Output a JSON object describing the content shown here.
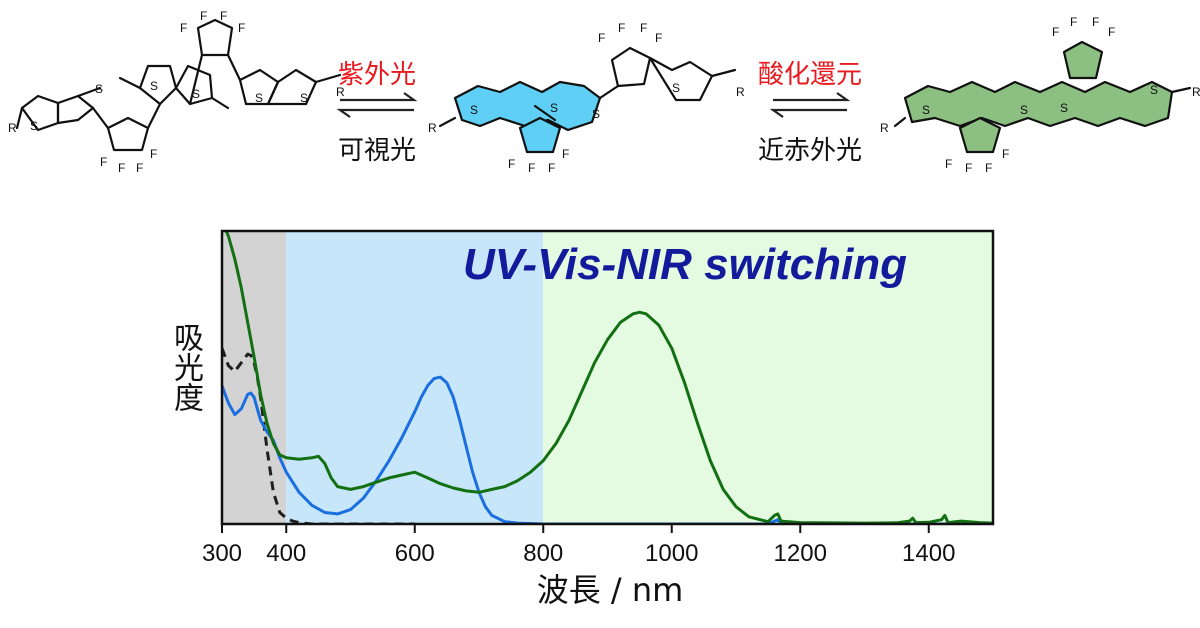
{
  "scheme": {
    "step1_forward": "紫外光",
    "step1_reverse": "可視光",
    "step2_forward": "酸化還元",
    "step2_reverse": "近赤外光",
    "molecule_labels": {
      "R": "R",
      "S": "S",
      "F": "F"
    },
    "colors": {
      "forward_label": "#e8191f",
      "blue_fill": "#5fcff5",
      "green_fill": "#8cbf82"
    }
  },
  "chart_data": {
    "type": "line",
    "title": "UV-Vis-NIR switching",
    "xlabel": "波長 / nm",
    "ylabel": "吸光度",
    "xlim": [
      300,
      1500
    ],
    "ylim": [
      0,
      1
    ],
    "xticks": [
      300,
      400,
      600,
      800,
      1000,
      1200,
      1400
    ],
    "yticks_shown": false,
    "regions": [
      {
        "x": [
          300,
          400
        ],
        "color": "#d3d3d3"
      },
      {
        "x": [
          400,
          800
        ],
        "color": "#c8e6f9"
      },
      {
        "x": [
          800,
          1500
        ],
        "color": "#e4fbe2"
      }
    ],
    "series": [
      {
        "color": "#1f1f1f",
        "dash": true,
        "x": [
          300,
          310,
          320,
          330,
          340,
          345,
          350,
          355,
          360,
          370,
          380,
          390,
          400,
          410,
          420,
          440,
          460,
          500,
          600
        ],
        "y": [
          0.61,
          0.55,
          0.53,
          0.56,
          0.59,
          0.585,
          0.56,
          0.51,
          0.44,
          0.26,
          0.11,
          0.04,
          0.02,
          0.01,
          0.005,
          0.0,
          0.0,
          0.0,
          0.0
        ]
      },
      {
        "color": "#1a6fe0",
        "dash": false,
        "x": [
          300,
          310,
          320,
          330,
          340,
          345,
          350,
          355,
          360,
          370,
          380,
          390,
          400,
          420,
          440,
          460,
          480,
          500,
          520,
          540,
          560,
          580,
          600,
          610,
          620,
          630,
          640,
          650,
          660,
          670,
          680,
          690,
          700,
          710,
          720,
          740,
          760,
          800,
          900,
          1000,
          1100,
          1150,
          1160,
          1165,
          1170,
          1200,
          1500
        ],
        "y": [
          0.48,
          0.42,
          0.38,
          0.4,
          0.45,
          0.455,
          0.44,
          0.4,
          0.36,
          0.32,
          0.29,
          0.23,
          0.18,
          0.11,
          0.065,
          0.04,
          0.035,
          0.05,
          0.09,
          0.15,
          0.22,
          0.3,
          0.39,
          0.44,
          0.48,
          0.505,
          0.51,
          0.49,
          0.44,
          0.36,
          0.27,
          0.18,
          0.11,
          0.06,
          0.03,
          0.008,
          0.003,
          0.0,
          0.0,
          0.0,
          0.0,
          0.0,
          0.01,
          0.015,
          0.0,
          0.0,
          0.0
        ]
      },
      {
        "color": "#137012",
        "dash": false,
        "x": [
          300,
          310,
          320,
          330,
          340,
          350,
          360,
          370,
          380,
          390,
          400,
          420,
          440,
          450,
          460,
          470,
          480,
          500,
          520,
          540,
          560,
          580,
          600,
          620,
          640,
          660,
          680,
          700,
          720,
          740,
          760,
          780,
          800,
          820,
          840,
          860,
          880,
          900,
          920,
          940,
          950,
          960,
          980,
          1000,
          1020,
          1040,
          1060,
          1080,
          1100,
          1120,
          1150,
          1160,
          1165,
          1170,
          1200,
          1300,
          1350,
          1370,
          1375,
          1380,
          1400,
          1420,
          1425,
          1430,
          1450,
          1480,
          1500
        ],
        "y": [
          1.05,
          1.0,
          0.92,
          0.82,
          0.7,
          0.58,
          0.45,
          0.35,
          0.28,
          0.24,
          0.23,
          0.225,
          0.23,
          0.235,
          0.21,
          0.16,
          0.13,
          0.12,
          0.13,
          0.145,
          0.16,
          0.17,
          0.18,
          0.16,
          0.14,
          0.125,
          0.115,
          0.11,
          0.12,
          0.13,
          0.15,
          0.18,
          0.22,
          0.28,
          0.36,
          0.46,
          0.56,
          0.64,
          0.7,
          0.73,
          0.735,
          0.73,
          0.69,
          0.61,
          0.49,
          0.35,
          0.22,
          0.12,
          0.06,
          0.025,
          0.008,
          0.03,
          0.035,
          0.01,
          0.005,
          0.003,
          0.004,
          0.01,
          0.02,
          0.005,
          0.006,
          0.015,
          0.03,
          0.005,
          0.01,
          0.005,
          0.003
        ]
      }
    ]
  }
}
